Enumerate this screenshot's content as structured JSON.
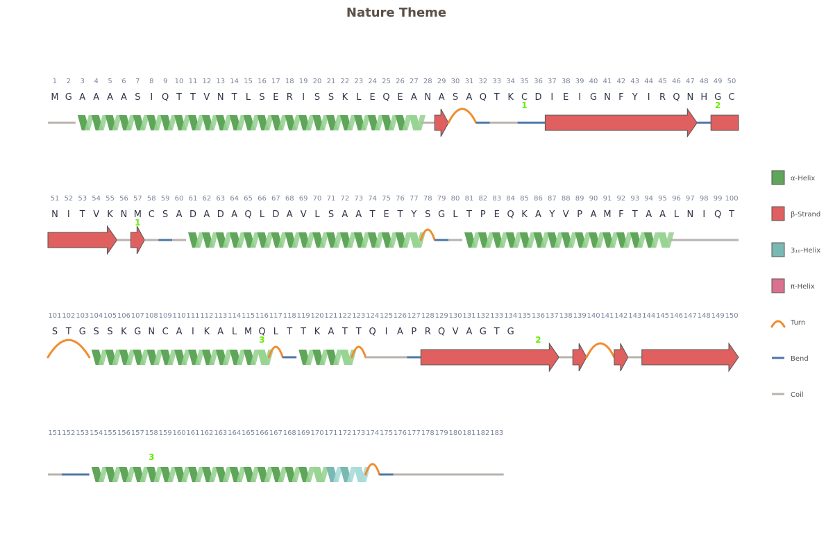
{
  "title": "Nature Theme",
  "colors": {
    "helix": "#5fa55a",
    "helix_light": "#98d492",
    "strand": "#e05f5f",
    "strand_edge": "#555555",
    "helix310": "#7ab8b3",
    "helix310_light": "#a8dcd8",
    "pihelix": "#d9718f",
    "turn": "#f08c2e",
    "bend": "#4a77a8",
    "coil": "#b9b2ad",
    "bond_label": "#66ee00"
  },
  "sequence": "MGAAAASIQTTVNTLSERISSKLEQEANASAQTKCDIEIGNFYIRQNHGCNITVKNMCSADADAQLDAVLSAATETYSGLTPEQKAYVPAMFTAALNIQTSTGSSKGNCAIKALMQLTTKATTQIAPRQVAGTG",
  "rows": [
    {
      "start": 1,
      "end": 50
    },
    {
      "start": 51,
      "end": 100
    },
    {
      "start": 101,
      "end": 150
    },
    {
      "start": 151,
      "end": 183
    }
  ],
  "segments": [
    {
      "type": "coil",
      "start": 1,
      "end": 2
    },
    {
      "type": "helix",
      "start": 3,
      "end": 27
    },
    {
      "type": "coil",
      "start": 28,
      "end": 28
    },
    {
      "type": "strand",
      "start": 29,
      "end": 29
    },
    {
      "type": "turn",
      "start": 30,
      "end": 31
    },
    {
      "type": "bend",
      "start": 32,
      "end": 32
    },
    {
      "type": "coil",
      "start": 33,
      "end": 34
    },
    {
      "type": "bend",
      "start": 35,
      "end": 36
    },
    {
      "type": "strand",
      "start": 37,
      "end": 47
    },
    {
      "type": "bend",
      "start": 48,
      "end": 48
    },
    {
      "type": "strand",
      "start": 49,
      "end": 50
    },
    {
      "type": "strand",
      "start": 51,
      "end": 55
    },
    {
      "type": "coil",
      "start": 56,
      "end": 56
    },
    {
      "type": "strand",
      "start": 57,
      "end": 57
    },
    {
      "type": "coil",
      "start": 58,
      "end": 58
    },
    {
      "type": "bend",
      "start": 59,
      "end": 59
    },
    {
      "type": "coil",
      "start": 60,
      "end": 60
    },
    {
      "type": "helix",
      "start": 61,
      "end": 77
    },
    {
      "type": "turn",
      "start": 78,
      "end": 78
    },
    {
      "type": "bend",
      "start": 79,
      "end": 79
    },
    {
      "type": "coil",
      "start": 80,
      "end": 80
    },
    {
      "type": "helix",
      "start": 81,
      "end": 95
    },
    {
      "type": "coil",
      "start": 96,
      "end": 100
    },
    {
      "type": "turn",
      "start": 101,
      "end": 103
    },
    {
      "type": "helix",
      "start": 104,
      "end": 116
    },
    {
      "type": "turn",
      "start": 117,
      "end": 117
    },
    {
      "type": "bend",
      "start": 118,
      "end": 118
    },
    {
      "type": "helix",
      "start": 119,
      "end": 122
    },
    {
      "type": "turn",
      "start": 123,
      "end": 123
    },
    {
      "type": "coil",
      "start": 124,
      "end": 126
    },
    {
      "type": "bend",
      "start": 127,
      "end": 127
    },
    {
      "type": "strand",
      "start": 128,
      "end": 137
    },
    {
      "type": "coil",
      "start": 138,
      "end": 138
    },
    {
      "type": "strand",
      "start": 139,
      "end": 139
    },
    {
      "type": "turn",
      "start": 140,
      "end": 141
    },
    {
      "type": "strand",
      "start": 142,
      "end": 142
    },
    {
      "type": "coil",
      "start": 143,
      "end": 143
    },
    {
      "type": "strand",
      "start": 144,
      "end": 150
    },
    {
      "type": "coil",
      "start": 151,
      "end": 151
    },
    {
      "type": "bend",
      "start": 152,
      "end": 153
    },
    {
      "type": "helix",
      "start": 154,
      "end": 170
    },
    {
      "type": "helix310",
      "start": 171,
      "end": 173
    },
    {
      "type": "turn",
      "start": 174,
      "end": 174
    },
    {
      "type": "bend",
      "start": 175,
      "end": 175
    },
    {
      "type": "coil",
      "start": 176,
      "end": 183
    }
  ],
  "disulfides": [
    {
      "pos": 35,
      "label": "1"
    },
    {
      "pos": 49,
      "label": "2"
    },
    {
      "pos": 57,
      "label": "1"
    },
    {
      "pos": 116,
      "label": "3"
    },
    {
      "pos": 136,
      "label": "2"
    },
    {
      "pos": 158,
      "label": "3"
    }
  ],
  "legend": [
    {
      "key": "helix",
      "label": "α-Helix",
      "shape": "box"
    },
    {
      "key": "strand",
      "label": "β-Strand",
      "shape": "box"
    },
    {
      "key": "helix310",
      "label": "3₁₀-Helix",
      "shape": "box"
    },
    {
      "key": "pihelix",
      "label": "π-Helix",
      "shape": "box"
    },
    {
      "key": "turn",
      "label": "Turn",
      "shape": "arc"
    },
    {
      "key": "bend",
      "label": "Bend",
      "shape": "line"
    },
    {
      "key": "coil",
      "label": "Coil",
      "shape": "line"
    }
  ]
}
